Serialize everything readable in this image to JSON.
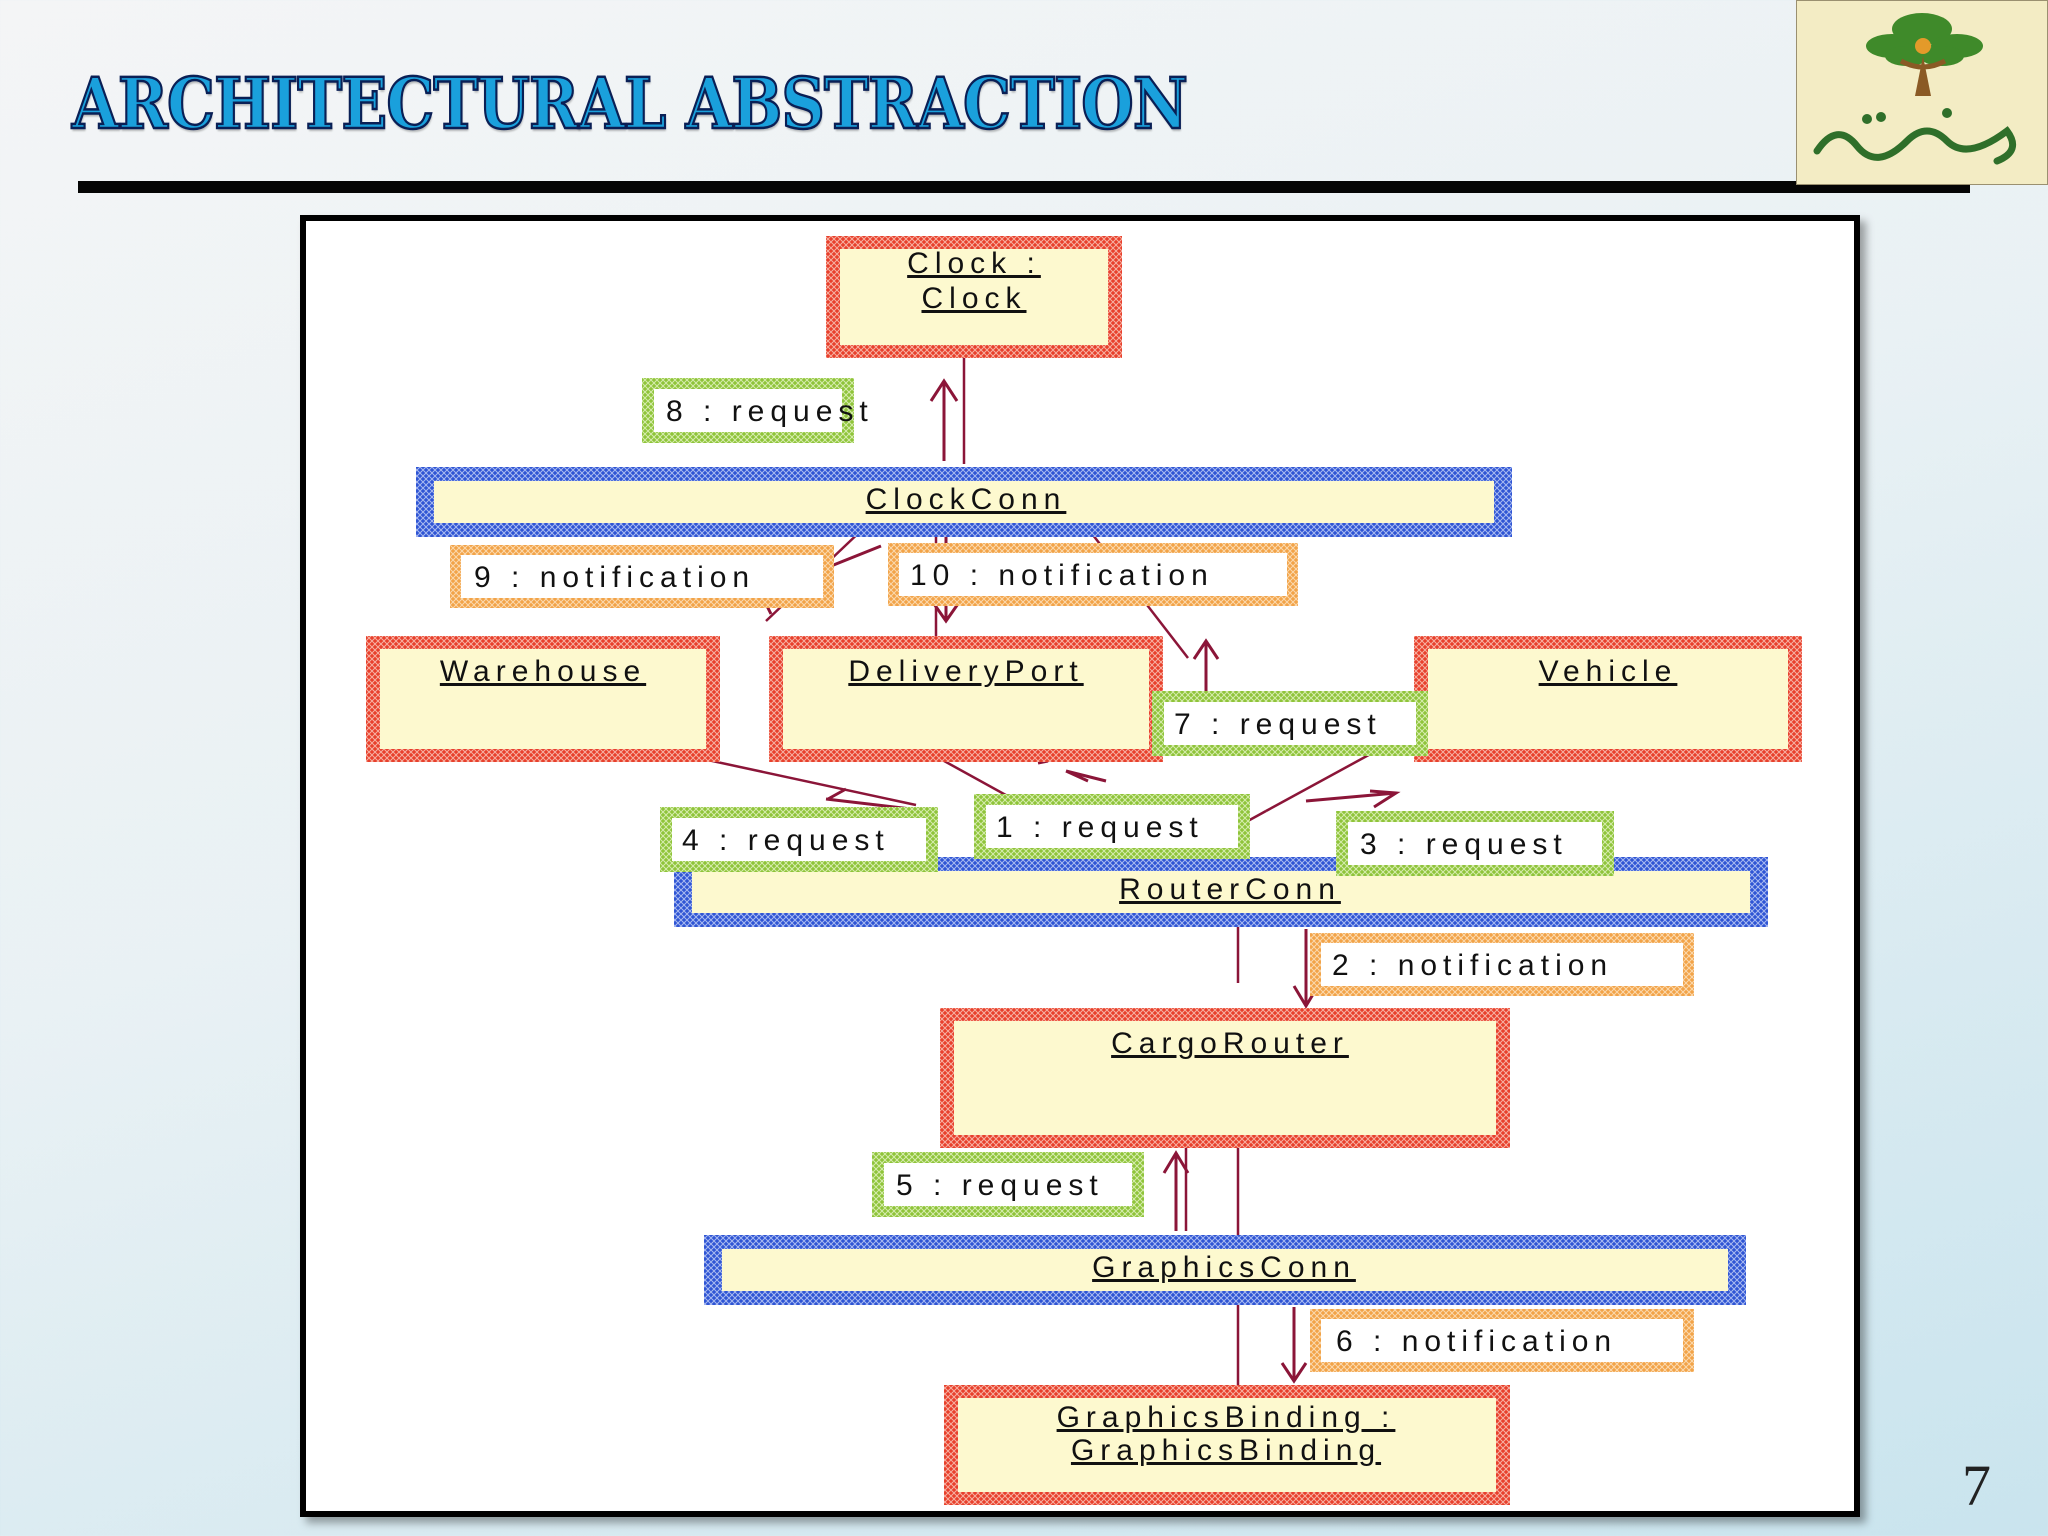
{
  "slide": {
    "title": "ARCHITECTURAL ABSTRACTION",
    "page_number": "7"
  },
  "logo": {
    "name": "tree-logo"
  },
  "colors": {
    "component_border": "#e8402c",
    "connector_border": "#2f55d4",
    "request_border": "#8fc43a",
    "notification_border": "#f2a348",
    "box_fill": "#fdf9cf",
    "arrow": "#8b1538"
  },
  "diagram": {
    "components": {
      "clock_line1": "Clock :",
      "clock_line2": "Clock",
      "warehouse": "Warehouse",
      "delivery_port": "DeliveryPort",
      "vehicle": "Vehicle",
      "cargo_router": "CargoRouter",
      "graphics_binding_line1": "GraphicsBinding :",
      "graphics_binding_line2": "GraphicsBinding"
    },
    "connectors": {
      "clock_conn": "ClockConn",
      "router_conn": "RouterConn",
      "graphics_conn": "GraphicsConn"
    },
    "messages": {
      "m1": "1 : request",
      "m2": "2 : notification",
      "m3": "3 : request",
      "m4": "4 : request",
      "m5": "5 : request",
      "m6": "6 : notification",
      "m7": "7 : request",
      "m8": "8 : request",
      "m9": "9 : notification",
      "m10": "10 : notification"
    }
  }
}
